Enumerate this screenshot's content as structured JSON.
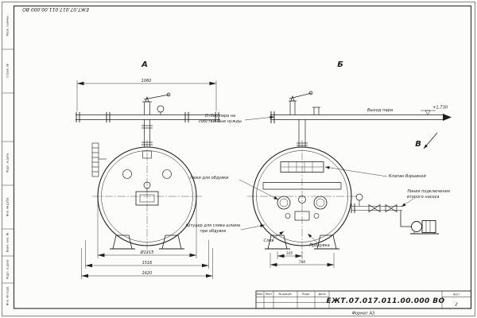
{
  "sheet": {
    "doc_number_top": "ЕЖТ.07.017.011.00.000 ВО",
    "format_label": "Формат А3"
  },
  "side_strip": {
    "labels": [
      "Перв. примен.",
      "Справ. №",
      "Подп. и дата",
      "Инв. № дубл.",
      "Взам. инв. №",
      "Подп. и дата",
      "Инв. № подл."
    ]
  },
  "views": {
    "a": "А",
    "b": "Б",
    "v": "В"
  },
  "annotations": {
    "steam_own_needs_1": "Отбор пара на",
    "steam_own_needs_2": "собственные нужды",
    "steam_outlet": "Выход пара",
    "elevation": "+1,730",
    "hatches": "Люки для обдувки",
    "explosion_valve": "Клапан Взрывной",
    "second_pump_1": "Линия подключения",
    "second_pump_2": "второго насоса",
    "sludge_1": "Штуцер для слива шлама",
    "sludge_2": "при обдувке",
    "drain": "Слив",
    "blowdown": "Продувка"
  },
  "dimensions": {
    "top_width": "1060",
    "diameter": "Ø1215",
    "outer_width": "1516",
    "total_width": "1620",
    "b_left": "105",
    "b_span": "780"
  },
  "title_block": {
    "doc_number": "ЕЖТ.07.017.011.00.000 ВО",
    "col_izm": "Изм.",
    "col_list": "Лист",
    "col_ndoc": "№ докум.",
    "col_podp": "Подп.",
    "col_data": "Дата",
    "sheet_label": "Лист",
    "sheet_value": "2"
  }
}
